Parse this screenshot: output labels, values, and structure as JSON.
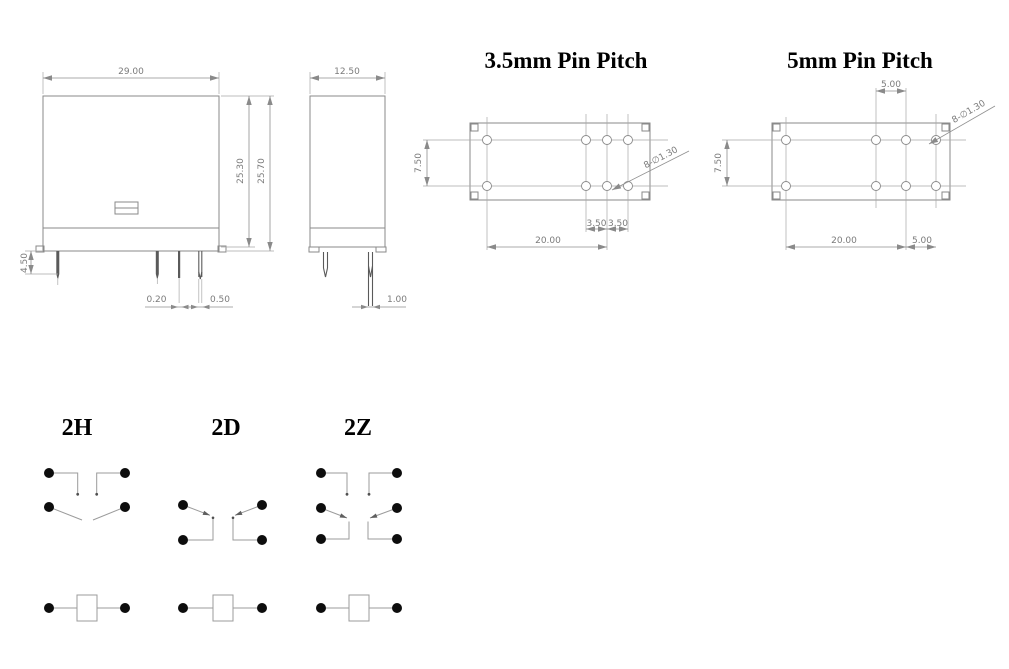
{
  "front_view": {
    "width": "29.00",
    "body_height": "25.30",
    "total_height": "25.70",
    "pin_length": "4.50",
    "pin_thickness": "0.20",
    "pin_width": "0.50"
  },
  "side_view": {
    "width": "12.50",
    "pin_width": "1.00"
  },
  "pitch_35": {
    "title": "3.5mm Pin Pitch",
    "row_spacing": "7.50",
    "pitch_left": "3.50",
    "pitch_right": "3.50",
    "span": "20.00",
    "hole_callout": "8-∅1.30"
  },
  "pitch_5": {
    "title": "5mm Pin Pitch",
    "top_pitch": "5.00",
    "row_spacing": "7.50",
    "span": "20.00",
    "end_pitch": "5.00",
    "hole_callout": "8-∅1.30"
  },
  "arrangements": [
    {
      "label": "2H"
    },
    {
      "label": "2D"
    },
    {
      "label": "2Z"
    }
  ],
  "colors": {
    "drawing_line": "#8a8a8a",
    "dimension_text": "#7b7b7b",
    "contact_dot": "#0d0d0d",
    "title_text": "#000000",
    "background": "#ffffff"
  }
}
